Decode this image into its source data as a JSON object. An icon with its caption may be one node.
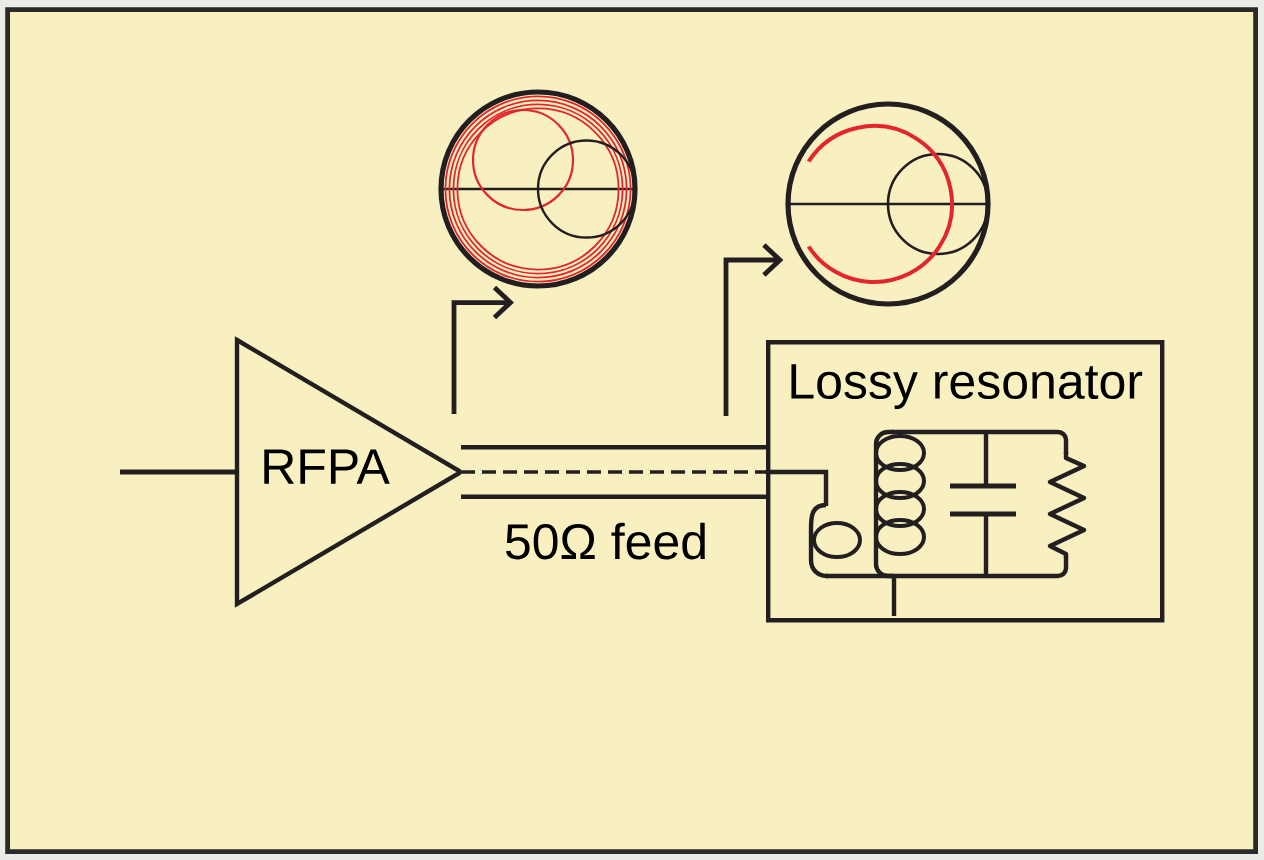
{
  "diagram": {
    "nodes": [
      {
        "text": [],
        "shape": "picture"
      },
      {
        "text": [],
        "shape": "picture"
      },
      {
        "text": [
          "RFPA"
        ]
      },
      {
        "text": [
          "Lossy resonator"
        ]
      }
    ],
    "edges": [
      {
        "from": null,
        "to": 2,
        "arrow": "none"
      },
      {
        "from": 2,
        "to": 3,
        "arrow": "none",
        "label": "50Ω feed",
        "style": "thick"
      },
      {
        "from": null,
        "to": 0,
        "arrow": "to"
      },
      {
        "from": null,
        "to": 1,
        "arrow": "to"
      }
    ]
  }
}
